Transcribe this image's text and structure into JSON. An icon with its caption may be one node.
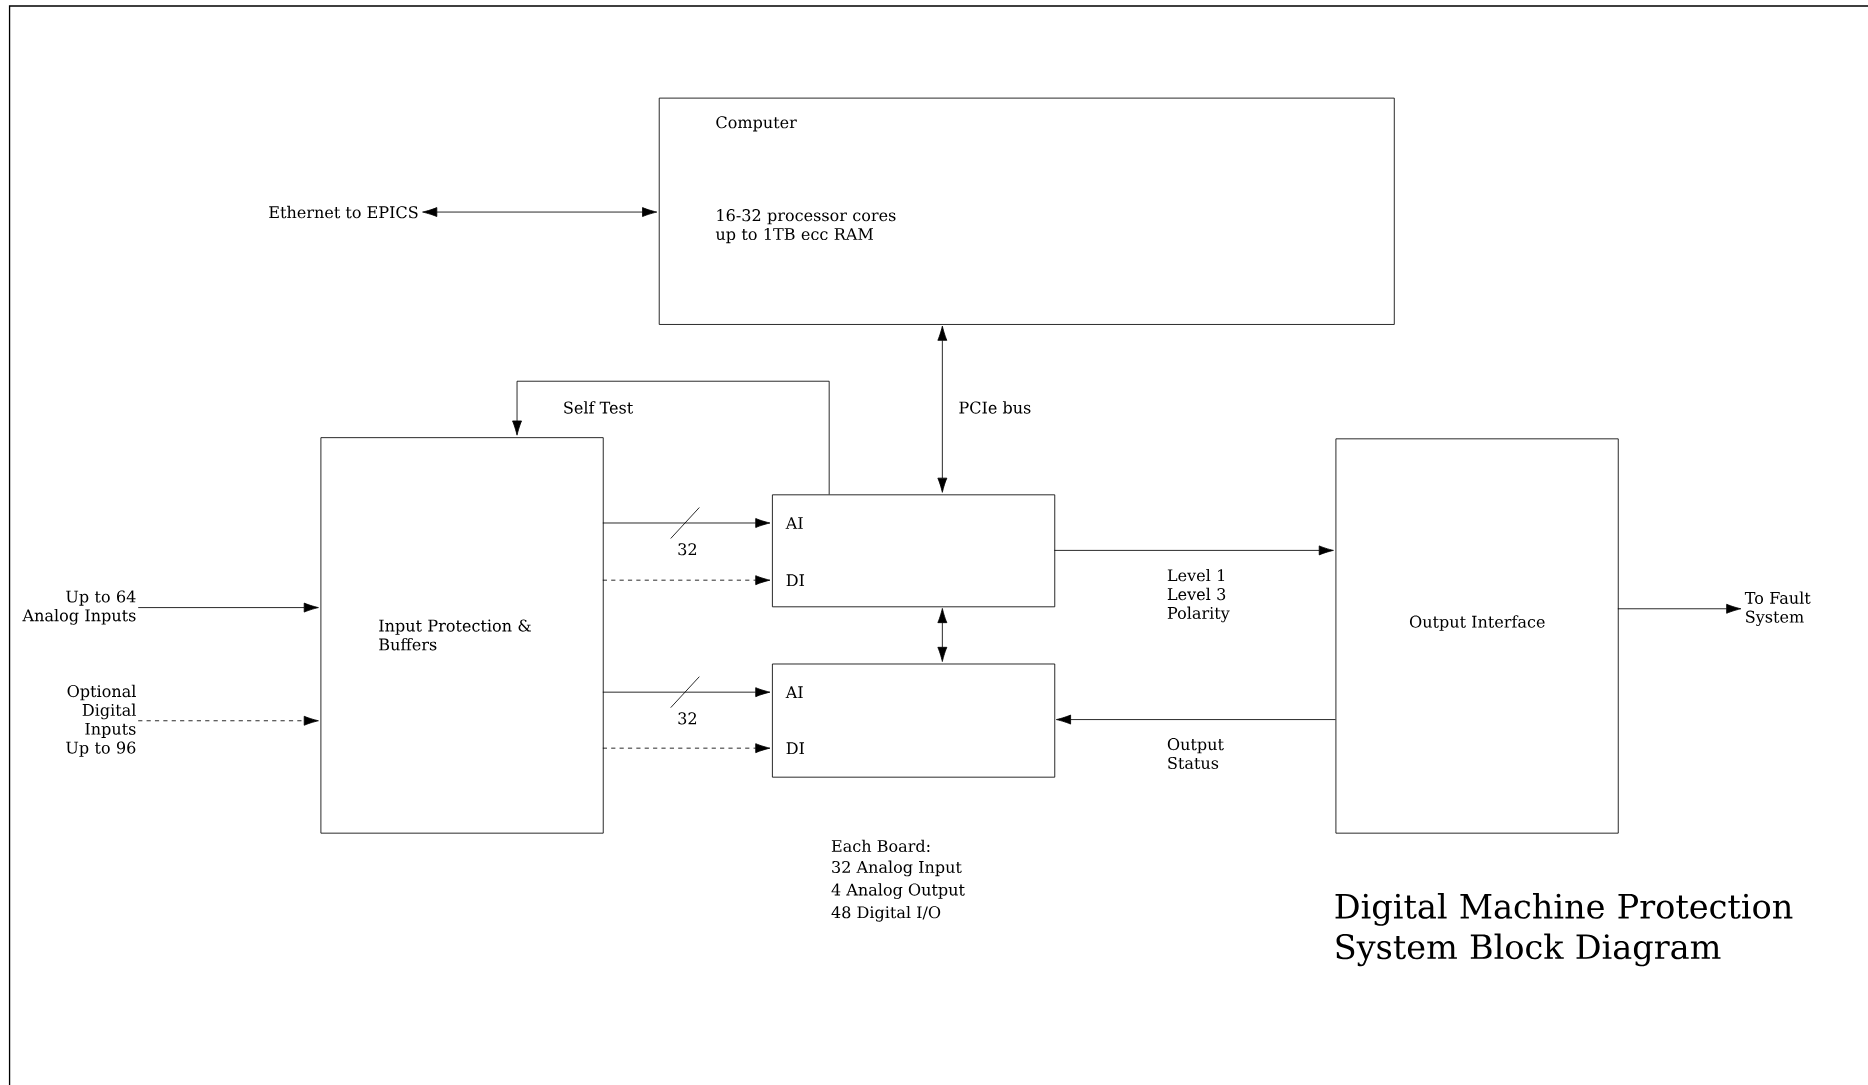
{
  "diagram": {
    "title": "Digital Machine Protection System Block Diagram",
    "nodes": [
      {
        "text": [
          "Computer",
          "16-32 processor cores up to 1TB ecc RAM"
        ]
      },
      {
        "text": [
          "Ethernet to EPICS"
        ]
      },
      {
        "text": [
          "Input Protection & Buffers"
        ]
      },
      {
        "text": [
          "AI",
          "DI"
        ]
      },
      {
        "text": [
          "AI",
          "DI"
        ]
      },
      {
        "text": [
          "Output Interface"
        ]
      },
      {
        "text": [
          "Up to 64 Analog Inputs"
        ]
      },
      {
        "text": [
          "Optional Digital Inputs Up to 96"
        ]
      },
      {
        "text": [
          "To Fault System"
        ]
      }
    ],
    "edges": [
      {
        "from": 1,
        "to": 0,
        "arrow": "both"
      },
      {
        "from": 0,
        "to": 3,
        "arrow": "both",
        "label": "PCIe bus"
      },
      {
        "from": 3,
        "to": 4,
        "arrow": "both"
      },
      {
        "from": 2,
        "to": 3,
        "arrow": "to",
        "label": "32"
      },
      {
        "from": 2,
        "to": 3,
        "arrow": "to",
        "style": "dashed"
      },
      {
        "from": 2,
        "to": 4,
        "arrow": "to",
        "label": "32"
      },
      {
        "from": 2,
        "to": 4,
        "arrow": "to",
        "style": "dashed"
      },
      {
        "from": 3,
        "to": 2,
        "arrow": "to",
        "label": "Self Test"
      },
      {
        "from": 3,
        "to": 5,
        "arrow": "to",
        "label": "Level 1 Level 3 Polarity"
      },
      {
        "from": 5,
        "to": 4,
        "arrow": "to",
        "label": "Output Status"
      },
      {
        "from": 6,
        "to": 2,
        "arrow": "to"
      },
      {
        "from": 7,
        "to": 2,
        "arrow": "to",
        "style": "dashed"
      },
      {
        "from": 5,
        "to": 8,
        "arrow": "to"
      }
    ],
    "labels": [
      "Each Board:",
      "32 Analog Input",
      "4 Analog Output",
      "48 Digital I/O"
    ]
  }
}
